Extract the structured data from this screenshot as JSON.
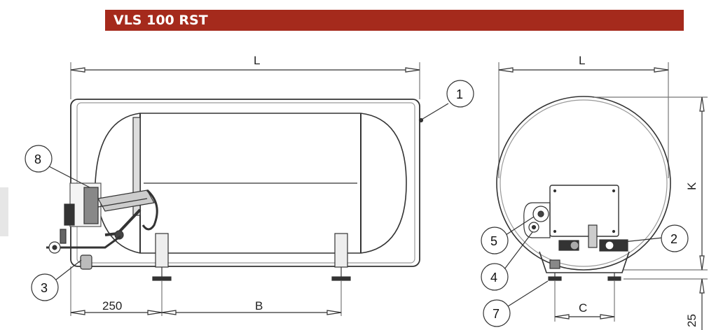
{
  "header": {
    "title": "VLS 100 RST",
    "bar_color": "#a52a1c"
  },
  "front_view": {
    "dimensions": {
      "length": "L",
      "offset": "250",
      "feet_spacing": "B"
    },
    "callouts": {
      "c1": "1",
      "c3": "3",
      "c8": "8"
    }
  },
  "side_view": {
    "dimensions": {
      "width": "L",
      "height": "K",
      "feet_spacing": "C",
      "foot_height": "25"
    },
    "callouts": {
      "c2": "2",
      "c4": "4",
      "c5": "5",
      "c7": "7"
    }
  }
}
